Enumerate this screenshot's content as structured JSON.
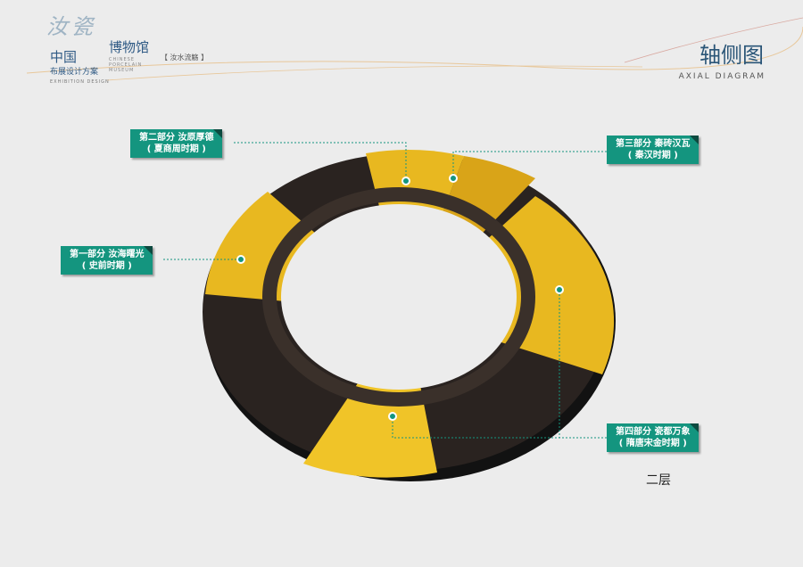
{
  "logo": {
    "calligraphy": "汝瓷",
    "country": "中国",
    "museum": "博物馆",
    "museum_en": "CHINESE PORCELAIN MUSEUM",
    "slogan": "【 汝水流觞 】",
    "plan": "布展设计方案",
    "plan_en": "EXHIBITION DESIGN"
  },
  "header": {
    "title": "轴侧图",
    "title_en": "AXIAL DIAGRAM"
  },
  "labels": [
    {
      "line1": "第二部分 汝原厚德",
      "line2": "( 夏商周时期 )"
    },
    {
      "line1": "第三部分 秦砖汉瓦",
      "line2": "( 秦汉时期 )"
    },
    {
      "line1": "第一部分 汝海曙光",
      "line2": "( 史前时期 )"
    },
    {
      "line1": "第四部分 瓷都万象",
      "line2": "( 隋唐宋金时期 )"
    }
  ],
  "floor": "二层",
  "colors": {
    "accent": "#14957f",
    "gold": "#e8b820",
    "title": "#2a5577"
  }
}
